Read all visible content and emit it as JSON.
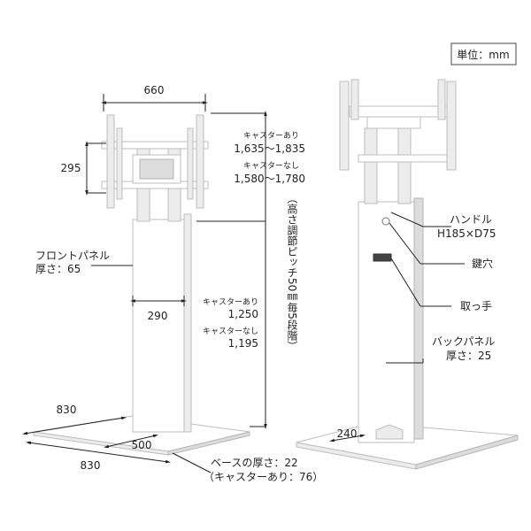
{
  "unit_label": "単位：mm",
  "dims": {
    "width_top": "660",
    "height_mount": "295",
    "column_width": "290",
    "base_depth": "830",
    "base_width": "830",
    "column_depth": "500",
    "back_width": "240"
  },
  "height_total": {
    "caster_on_label": "キャスターあり",
    "caster_on_value": "1,635〜1,835",
    "caster_off_label": "キャスターなし",
    "caster_off_value": "1,580〜1,780"
  },
  "height_column": {
    "caster_on_label": "キャスターあり",
    "caster_on_value": "1,250",
    "caster_off_label": "キャスターなし",
    "caster_off_value": "1,195"
  },
  "pitch_note": "（高さ調節ピッチ50㎜毎5段階）",
  "front_panel": {
    "line1": "フロントパネル",
    "line2": "厚さ：65"
  },
  "base_thickness": {
    "line1": "ベースの厚さ：22",
    "line2": "（キャスターあり：76）"
  },
  "callouts": {
    "handle_line1": "ハンドル",
    "handle_line2": "H185×D75",
    "key_hole": "鍵穴",
    "grip": "取っ手",
    "back_panel_line1": "バックパネル",
    "back_panel_line2": "厚さ：25"
  }
}
